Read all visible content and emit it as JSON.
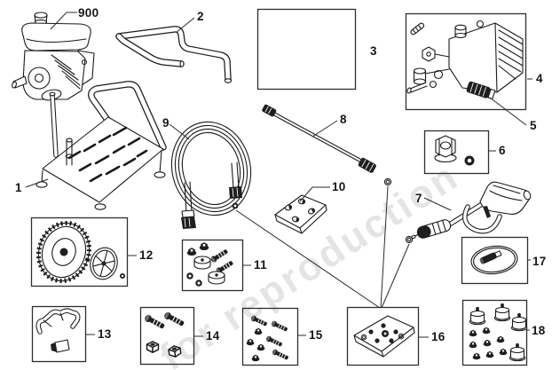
{
  "watermark": {
    "text": "for reproduction"
  },
  "callouts": {
    "c900": "900",
    "c1": "1",
    "c2": "2",
    "c3": "3",
    "c4": "4",
    "c5": "5",
    "c6": "6",
    "c7": "7",
    "c8": "8",
    "c9": "9",
    "c10": "10",
    "c11": "11",
    "c12": "12",
    "c13": "13",
    "c14": "14",
    "c15": "15",
    "c16": "16",
    "c17": "17",
    "c18": "18"
  }
}
